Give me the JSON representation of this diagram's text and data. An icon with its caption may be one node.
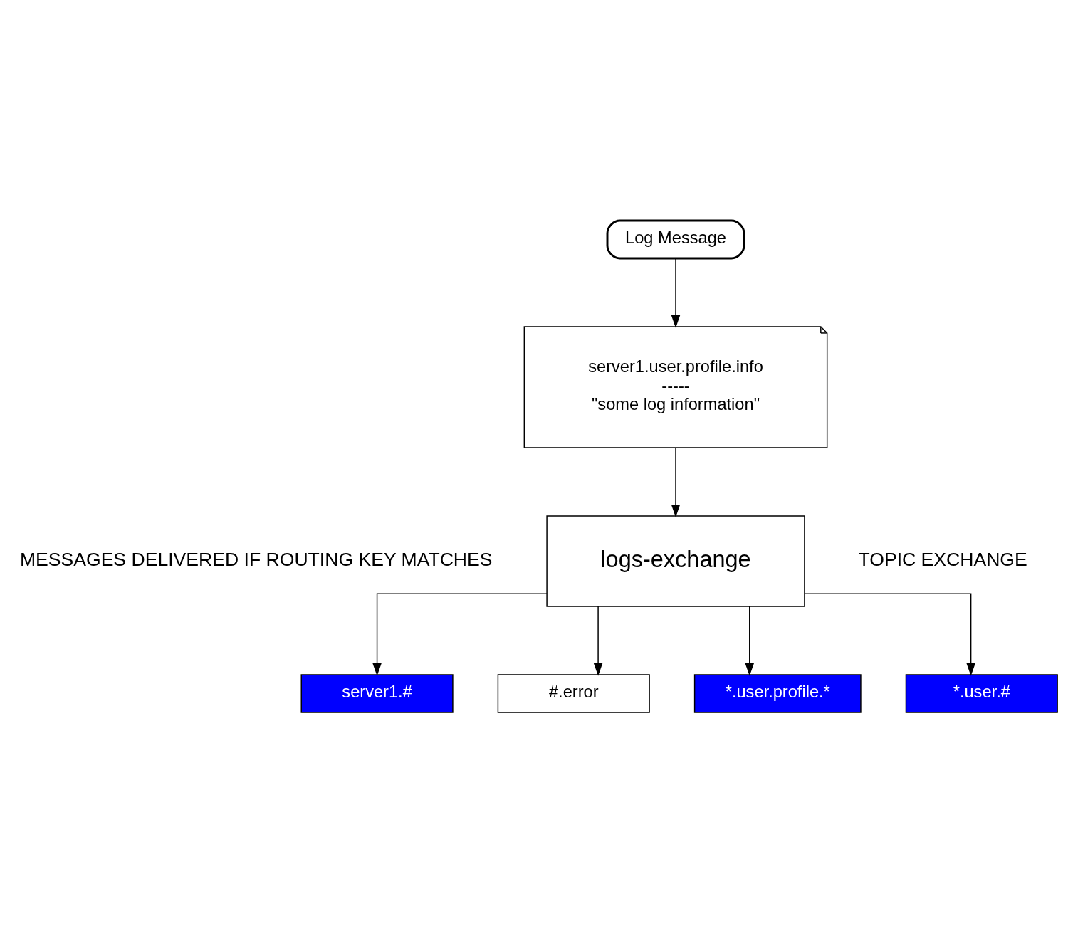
{
  "diagram": {
    "nodes": [
      {
        "text": [
          "Log Message"
        ]
      },
      {
        "text": [
          "server1.user.profile.info",
          "-----",
          "\"some log information\""
        ]
      },
      {
        "text": [
          "logs-exchange"
        ]
      },
      {
        "text": [
          "server1.#"
        ]
      },
      {
        "text": [
          "#.error"
        ]
      },
      {
        "text": [
          "*.user.profile.*"
        ]
      },
      {
        "text": [
          "*.user.#"
        ]
      }
    ],
    "edges": [
      {
        "from": 0,
        "to": 1,
        "arrow": "to"
      },
      {
        "from": 1,
        "to": 2,
        "arrow": "to"
      },
      {
        "from": 2,
        "to": 3,
        "arrow": "to"
      },
      {
        "from": 2,
        "to": 4,
        "arrow": "to"
      },
      {
        "from": 2,
        "to": 5,
        "arrow": "to"
      },
      {
        "from": 2,
        "to": 6,
        "arrow": "to"
      }
    ],
    "labels": [
      "MESSAGES DELIVERED IF ROUTING KEY MATCHES",
      "TOPIC EXCHANGE"
    ]
  }
}
